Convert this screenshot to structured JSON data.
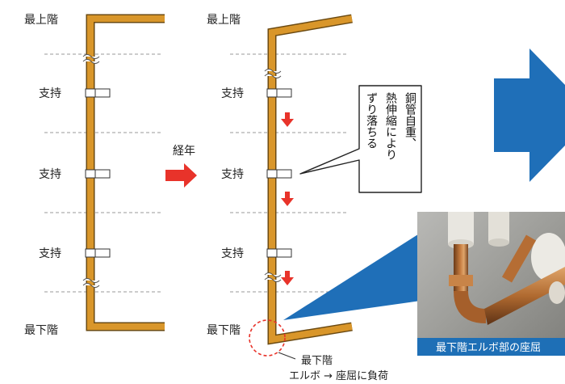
{
  "diagram": {
    "left": {
      "top_floor": "最上階",
      "bottom_floor": "最下階",
      "supports": [
        "支持",
        "支持",
        "支持"
      ]
    },
    "arrow_label": "経年",
    "right": {
      "top_floor": "最上階",
      "bottom_floor": "最下階",
      "supports": [
        "支持",
        "支持",
        "支持"
      ],
      "callout_lines": [
        "銅管自重、",
        "熱伸縮により",
        "ずり落ちる"
      ],
      "note_line1": "最下階",
      "note_line2": "エルボ → 座屈に負荷"
    },
    "photo": {
      "caption": "最下階エルボ部の座屈"
    },
    "colors": {
      "pipe": "#d9962a",
      "pipe_outline": "#6b4a12",
      "arrow_red": "#e8332a",
      "big_arrow_blue": "#1f6fb8",
      "caption_bg": "#1e6fb6",
      "dashed": "#999999",
      "circle": "#e8332a"
    }
  }
}
